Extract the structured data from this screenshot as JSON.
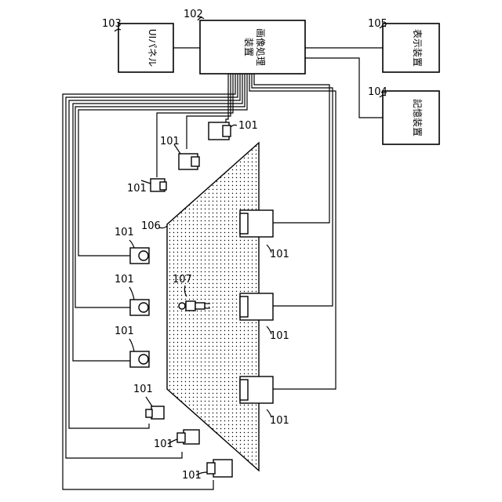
{
  "blocks": {
    "ui_panel": {
      "ref": "103",
      "label": "UIパネル"
    },
    "image_proc": {
      "ref": "102",
      "label_line1": "画像処理",
      "label_line2": "装置"
    },
    "display": {
      "ref": "105",
      "label": "表示装置"
    },
    "storage": {
      "ref": "104",
      "label": "記憶装置"
    }
  },
  "cameras": {
    "ref": "101",
    "count": 12
  },
  "field": {
    "ref": "106"
  },
  "person": {
    "ref": "107"
  }
}
